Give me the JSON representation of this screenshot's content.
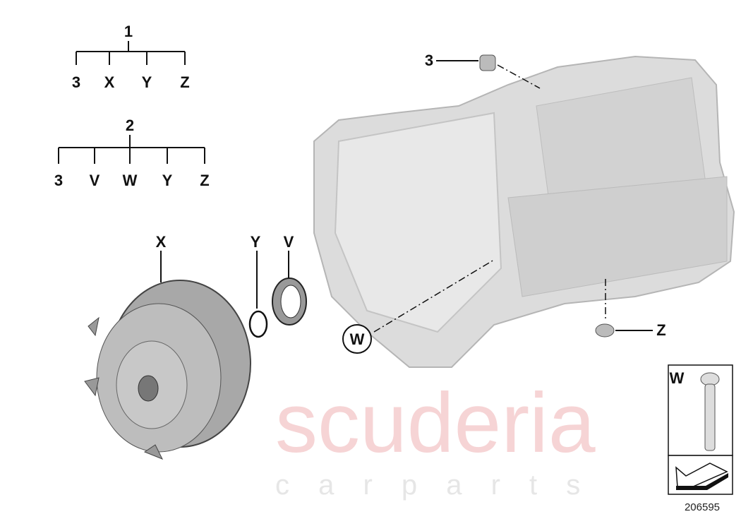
{
  "tree1": {
    "root": "1",
    "children": [
      "3",
      "X",
      "Y",
      "Z"
    ]
  },
  "tree2": {
    "root": "2",
    "children": [
      "3",
      "V",
      "W",
      "Y",
      "Z"
    ]
  },
  "callouts": {
    "x": "X",
    "y": "Y",
    "v": "V",
    "w": "W",
    "three": "3",
    "z": "Z"
  },
  "detail_box": {
    "label": "W"
  },
  "diagram_number": "206595",
  "watermark": {
    "main": "scuderia",
    "sub": "c a r p a r t s"
  },
  "colors": {
    "watermark": "#f3c6c8",
    "part_fill": "#d9d9d9",
    "line": "#111111"
  }
}
